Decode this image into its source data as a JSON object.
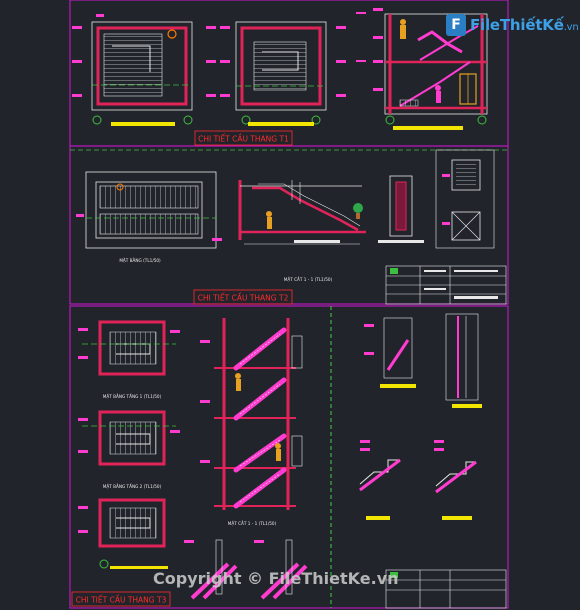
{
  "logo": {
    "brand": "FileThiếtKế",
    "domain": ".vn"
  },
  "sections": {
    "t1_title": "CHI TIẾT CẦU THANG T1",
    "t2_title": "CHI TIẾT CẦU THANG T2",
    "t3_title": "CHI TIẾT CẦU THANG T3"
  },
  "labels": {
    "t2_plan": "MẶT BẰNG (TL1/50)",
    "t2_section": "MẶT CẮT 1 - 1 (TL1/50)",
    "t3_plan1": "MẶT BẰNG TẦNG 1 (TL1/50)",
    "t3_plan2": "MẶT BẰNG TẦNG 2 (TL1/50)",
    "t3_section": "MẶT CẮT 1 - 1 (TL1/50)"
  },
  "watermark": "Copyright © FileThietKe.vn",
  "colors": {
    "background": "#21252b",
    "frame": "#c218c8",
    "wall": "#e0245a",
    "stair": "#ff3bd0",
    "line": "#e8e8e8",
    "grid_green": "#3fbf3f",
    "title_red": "#ff2a2a",
    "dim_yellow": "#f2e600"
  }
}
